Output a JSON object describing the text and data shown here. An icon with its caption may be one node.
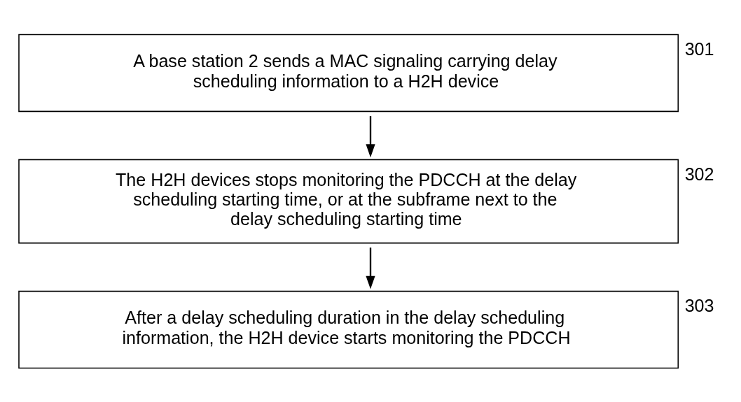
{
  "diagram": {
    "nodes": [
      {
        "text": [
          "A base station 2 sends a MAC signaling carrying delay scheduling information to a H2H device"
        ],
        "beside": [
          "301"
        ]
      },
      {
        "text": [
          "The H2H devices stops monitoring the PDCCH at the delay scheduling starting time, or at the subframe next to the delay scheduling starting time"
        ],
        "beside": [
          "302"
        ]
      },
      {
        "text": [
          "After a delay scheduling duration in the delay scheduling information, the H2H device starts monitoring the PDCCH"
        ],
        "beside": [
          "303"
        ]
      }
    ],
    "edges": [
      {
        "from": 0,
        "to": 1,
        "arrow": "to"
      },
      {
        "from": 1,
        "to": 2,
        "arrow": "to"
      }
    ]
  }
}
